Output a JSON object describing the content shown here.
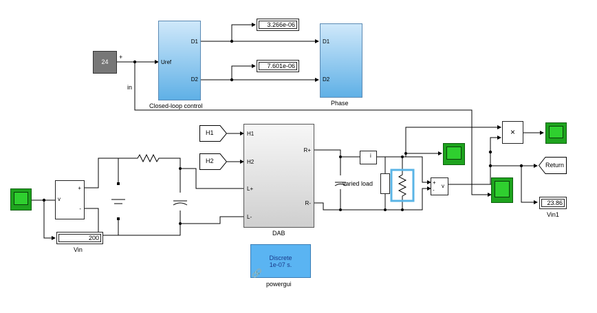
{
  "source_const": {
    "value": "24",
    "sign_label": "+",
    "in_label": "in"
  },
  "closed_loop": {
    "name": "Closed-loop control",
    "in_port": "Uref",
    "out_ports": [
      "D1",
      "D2"
    ]
  },
  "phase": {
    "name": "Phase",
    "in_ports": [
      "D1",
      "D2"
    ]
  },
  "display_d1": {
    "value": "3.266e-06"
  },
  "display_d2": {
    "value": "7.601e-06"
  },
  "goto_h1": {
    "label": "H1"
  },
  "goto_h2": {
    "label": "H2"
  },
  "dab": {
    "name": "DAB",
    "ports_left": [
      "H1",
      "H2",
      "L+",
      "L-"
    ],
    "ports_right": [
      "R+",
      "R-"
    ]
  },
  "vin_display": {
    "value": "200",
    "name": "Vin"
  },
  "vsense": {
    "plus": "+",
    "minus": "-",
    "out": "v"
  },
  "varied_load": {
    "label": "varied load"
  },
  "multiply": {
    "symbol": "×"
  },
  "return_block": {
    "label": "Return"
  },
  "vin1_display": {
    "value": "23.86",
    "name": "Vin1"
  },
  "powergui": {
    "line1": "Discrete",
    "line2": "1e-07 s.",
    "name": "powergui"
  },
  "vm_out": {
    "label": "v"
  },
  "vm_plus": {
    "label": "+"
  },
  "vm_minus": {
    "label": "-"
  },
  "im_label": {
    "label": "i"
  },
  "colors": {
    "blue_block": "#5fb0e6",
    "scope_green": "#1ea31e",
    "const_gray": "#777777",
    "selection": "#5ab4e6"
  }
}
